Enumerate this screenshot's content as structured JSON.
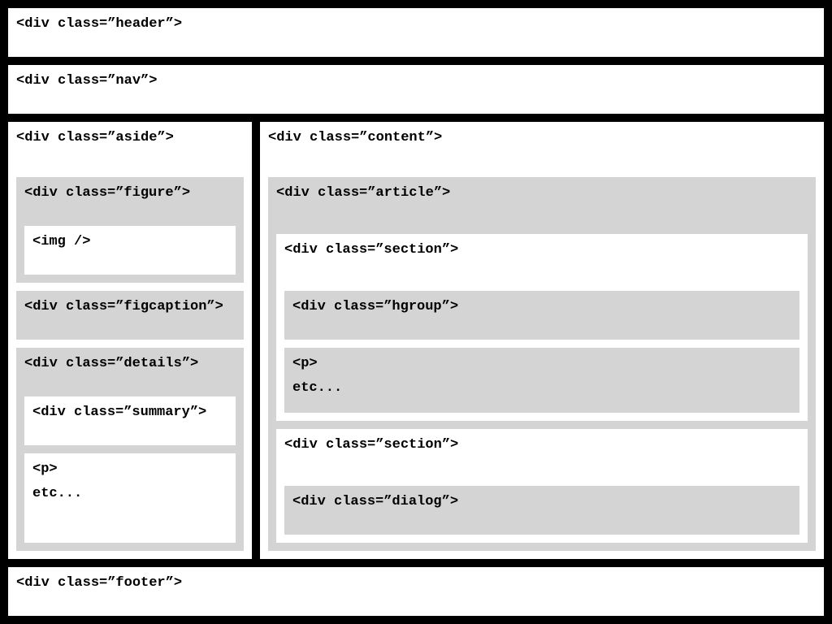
{
  "header": {
    "label": "<div class=”header”>"
  },
  "nav": {
    "label": "<div class=”nav”>"
  },
  "aside": {
    "label": "<div class=”aside”>",
    "figure": {
      "label": "<div class=”figure”>",
      "img_label": "<img />"
    },
    "figcaption": {
      "label": "<div class=”figcaption”>"
    },
    "details": {
      "label": "<div class=”details”>",
      "summary_label": "<div class=”summary”>",
      "p_label": "<p>",
      "p_etc": "etc..."
    }
  },
  "content": {
    "label": "<div class=”content”>",
    "article": {
      "label": "<div class=”article”>",
      "section1": {
        "label": "<div class=”section”>",
        "hgroup_label": "<div class=”hgroup”>",
        "p_label": "<p>",
        "p_etc": "etc..."
      },
      "section2": {
        "label": "<div class=”section”>",
        "dialog_label": "<div class=”dialog”>"
      }
    }
  },
  "footer": {
    "label": "<div class=”footer”>"
  },
  "colors": {
    "background": "#000000",
    "white_box": "#ffffff",
    "grey_box": "#d4d4d4"
  }
}
